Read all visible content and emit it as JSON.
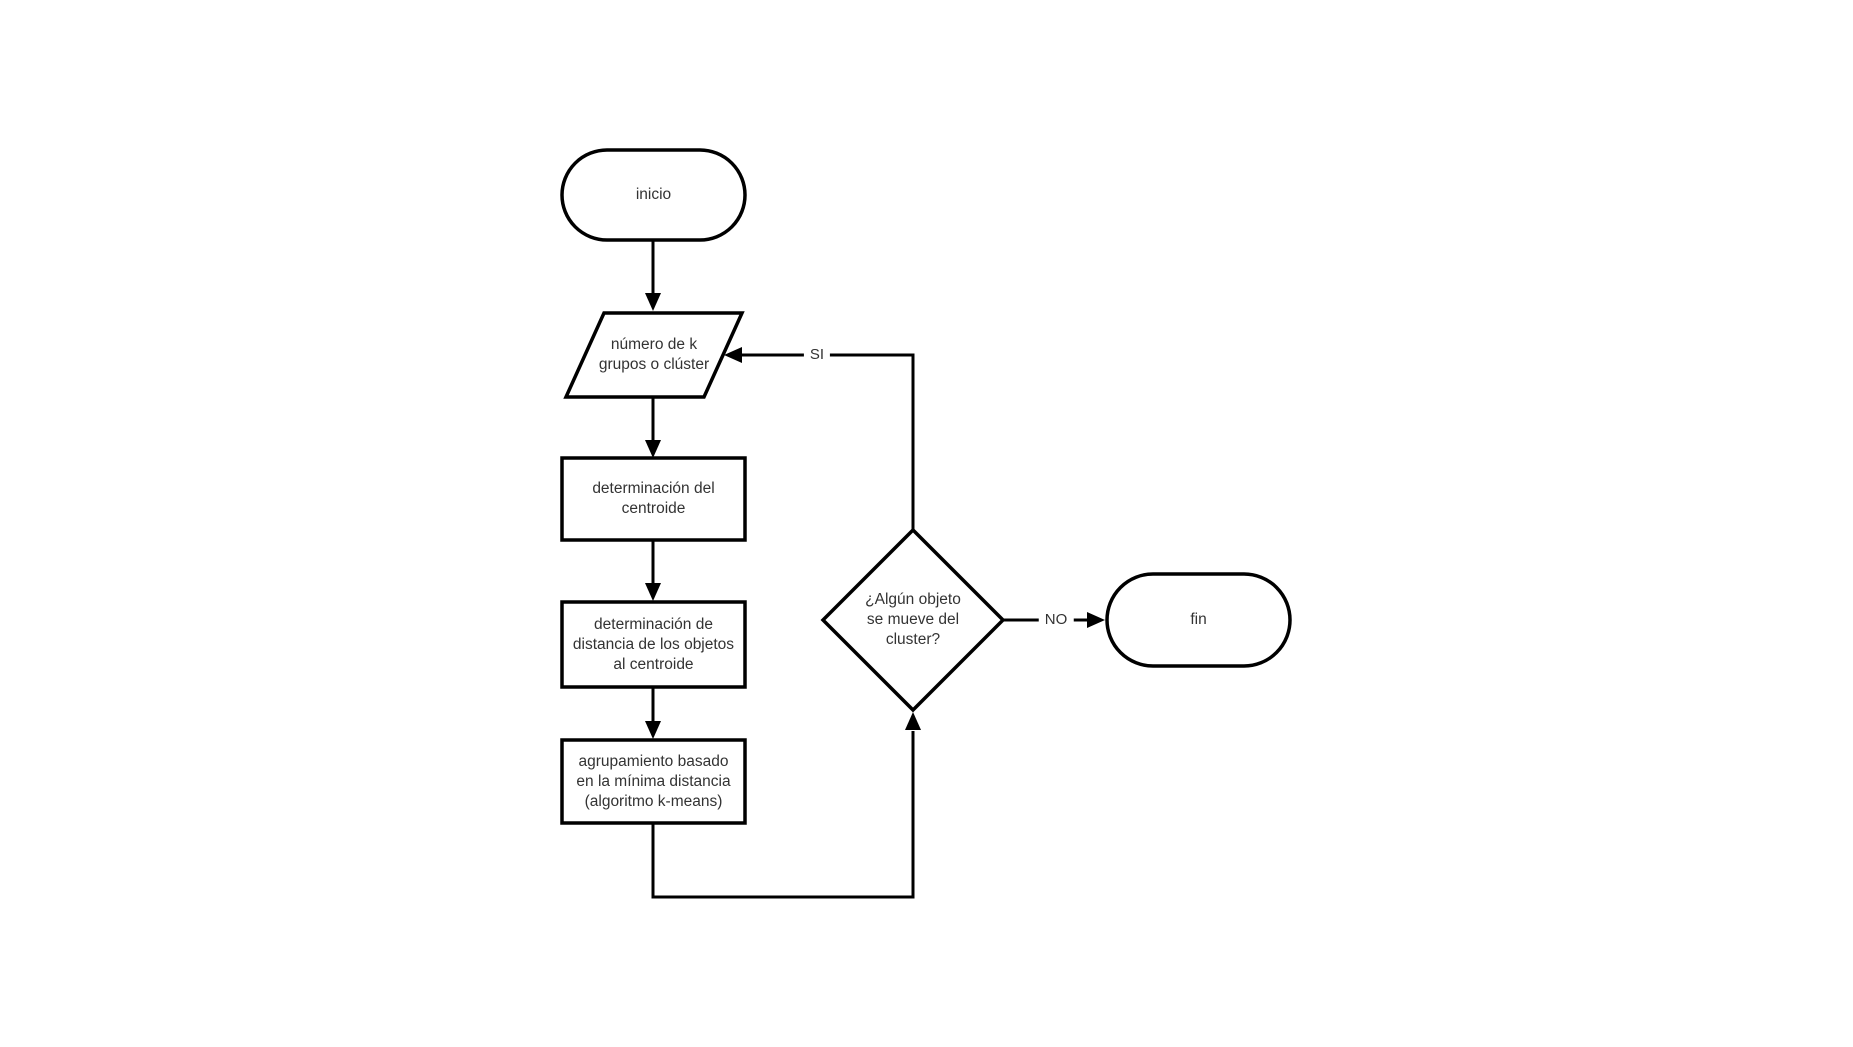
{
  "flowchart": {
    "nodes": {
      "start": {
        "type": "terminator",
        "label": "inicio"
      },
      "input_k": {
        "type": "data-input",
        "label": "número de k\ngrupos o clúster"
      },
      "centroid": {
        "type": "process",
        "label": "determinación del\ncentroide"
      },
      "distance": {
        "type": "process",
        "label": "determinación de\ndistancia de los objetos\nal centroide"
      },
      "grouping": {
        "type": "process",
        "label": "agrupamiento basado\nen la mínima distancia\n(algoritmo k-means)"
      },
      "decision": {
        "type": "decision",
        "label": "¿Algún objeto\nse mueve del\ncluster?"
      },
      "end": {
        "type": "terminator",
        "label": "fin"
      }
    },
    "edges": {
      "start_to_input": {
        "from": "start",
        "to": "input_k"
      },
      "input_to_centroid": {
        "from": "input_k",
        "to": "centroid"
      },
      "centroid_to_distance": {
        "from": "centroid",
        "to": "distance"
      },
      "distance_to_grouping": {
        "from": "distance",
        "to": "grouping"
      },
      "grouping_to_decision": {
        "from": "grouping",
        "to": "decision"
      },
      "decision_yes": {
        "from": "decision",
        "to": "input_k",
        "label": "SI"
      },
      "decision_no": {
        "from": "decision",
        "to": "end",
        "label": "NO"
      }
    },
    "colors": {
      "stroke": "#000000",
      "text": "#333333",
      "shape_fill": "#ffffff",
      "canvas": "#ffffff"
    }
  }
}
